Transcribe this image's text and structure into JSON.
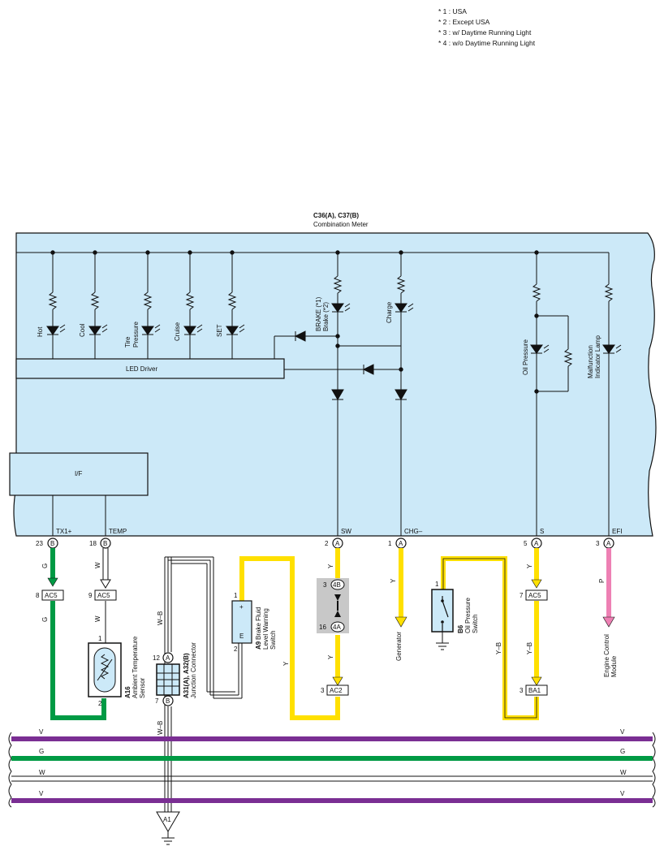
{
  "notes": [
    "* 1 : USA",
    "* 2 : Except USA",
    "* 3 : w/ Daytime Running Light",
    "* 4 : w/o Daytime Running Light"
  ],
  "meter": {
    "code": "C36(A), C37(B)",
    "name": "Combination Meter",
    "led_driver": "LED Driver",
    "interface": "I/F",
    "indicators": {
      "hot": "Hot",
      "cool": "Cool",
      "tire_1": "Tire",
      "tire_2": "Pressure",
      "cruise": "Cruise",
      "set": "SET",
      "brake_1": "BRAKE (*1)",
      "brake_2": "Brake (*2)",
      "charge": "Charge",
      "oil": "Oil Pressure",
      "mil_1": "Malfunction",
      "mil_2": "Indicator Lamp"
    },
    "terminals": {
      "tx1": "TX1+",
      "temp": "TEMP",
      "sw": "SW",
      "chg": "CHG–",
      "s": "S",
      "efi": "EFI"
    }
  },
  "pins": {
    "p23": "23",
    "p18": "18",
    "p2": "2",
    "p1": "1",
    "p5": "5",
    "p3": "3",
    "conn_b": "B",
    "conn_a": "A"
  },
  "wires": {
    "g": "G",
    "w": "W",
    "y": "Y",
    "p": "P",
    "wb": "W–B",
    "yb": "Y–B",
    "v": "V"
  },
  "connectors": {
    "ac5": "AC5",
    "ac2": "AC2",
    "ba1": "BA1",
    "c4b": "4B",
    "c4a": "4A",
    "a1": "A1"
  },
  "pin_numbers": {
    "n8": "8",
    "n9": "9",
    "n1": "1",
    "n2": "2",
    "n12": "12",
    "n7": "7",
    "n3": "3",
    "n16": "16"
  },
  "components": {
    "a16_code": "A16",
    "a16_name_1": "Ambient Temperature",
    "a16_name_2": "Sensor",
    "jc_code": "A31(A), A32(B)",
    "jc_name": "Junction Connector",
    "a9_code": "A9",
    "a9_name_1": "Brake Fluid",
    "a9_name_2": "Level Warning",
    "a9_name_3": "Switch",
    "a9_plus": "+",
    "a9_e": "E",
    "b6_code": "B6",
    "b6_name_1": "Oil Pressure",
    "b6_name_2": "Switch",
    "generator": "Generator",
    "ecm_1": "Engine Control",
    "ecm_2": "Module"
  },
  "colors": {
    "meter_fill": "#cce9f8",
    "green": "#009a44",
    "yellow": "#ffe000",
    "pink": "#ee80b4",
    "violet": "#7a2e93",
    "gray_box": "#c8c8c8"
  }
}
